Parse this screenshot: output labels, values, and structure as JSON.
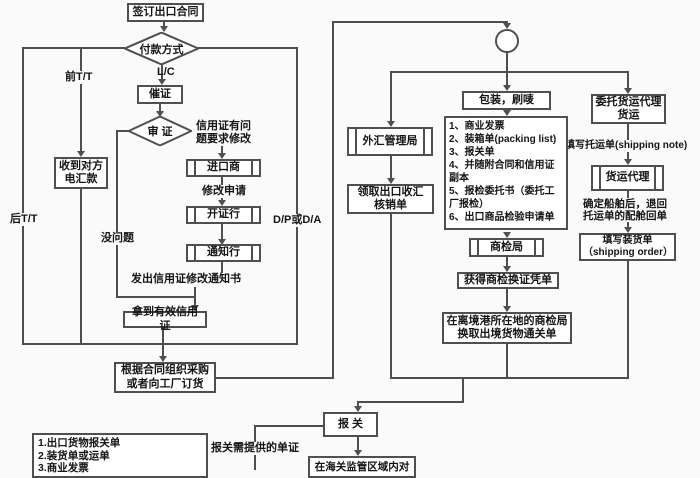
{
  "page": {
    "bg_color": "#fafafa",
    "line_color": "#4f4f4f",
    "box_bg_color": "#ffffff",
    "text_color": "#151515"
  },
  "flow": {
    "sign_contract": "签订出口合同",
    "payment_method": "付款方式",
    "cui_zheng": "催证",
    "shen_zheng": "审 证",
    "receive_remittance": "收到对方\n电汇款",
    "importer": "进口商",
    "issuing_bank": "开证行",
    "advising_bank": "通知行",
    "valid_lc": "拿到有效信用证",
    "organize_procurement": "根据合同组织采购\n或者向工厂订货"
  },
  "edge_labels": {
    "lc": "L/C",
    "pre_tt": "前T/T",
    "post_tt": "后T/T",
    "dp_da": "D/P或D/A",
    "lc_problem": "信用证有问\n题要求修改",
    "modify_request": "修改申请",
    "no_problem": "没问题",
    "issue_lc_notice": "发出信用证修改通知书",
    "shipping_note": "填写托运单(shipping note)",
    "return_receipt": "确定船舶后，退回\n托运单的配舱回单",
    "customs_docs_needed": "报关需提供的单证"
  },
  "middle": {
    "packing_marking": "包装，刷唛",
    "inspection_docs": [
      "1、商业发票",
      "2、装箱单(packing list)",
      "3、报关单",
      "4、并随附合同和信用证副本",
      "5、报检委托书（委托工厂报检）",
      "6、出口商品检验申请单"
    ],
    "safe_bureau": "外汇管理局",
    "verification_form": "领取出口收汇\n核销单",
    "ciq_bureau": "商检局",
    "exchange_voucher": "获得商检换证凭单",
    "port_ciq": "在离境港所在地的商检局\n换取出境货物通关单"
  },
  "right": {
    "entrust_forwarder": "委托货运代理\n货运",
    "freight_agent": "货运代理",
    "shipping_order_fill": "填写装货单\n（shipping order）"
  },
  "bottom": {
    "declare_docs": [
      "1.出口货物报关单",
      "2.装货单或运单",
      "3.商业发票"
    ],
    "customs_declare": "报 关",
    "customs_area": "在海关监管区域内对"
  }
}
